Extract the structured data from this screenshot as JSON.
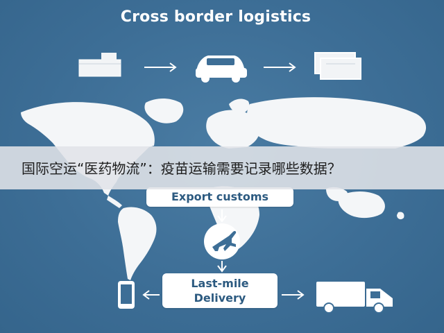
{
  "title": "Cross border logistics",
  "banner": {
    "text": "国际空运“医药物流”：疫苗运输需要记录哪些数据？"
  },
  "steps": {
    "export_customs": "Export customs",
    "last_mile_line1": "Last-mile",
    "last_mile_line2": "Delivery"
  },
  "colors": {
    "background": "#3d6e96",
    "map": "#ffffff",
    "box_text": "#2c5a80",
    "banner": "#e1e4e8"
  },
  "icons": {
    "top_left": "package-icon",
    "top_center": "car-icon",
    "top_right": "documents-icon",
    "middle": "airplane-icon",
    "bottom_left": "smartphone-icon",
    "bottom_right": "truck-icon"
  }
}
